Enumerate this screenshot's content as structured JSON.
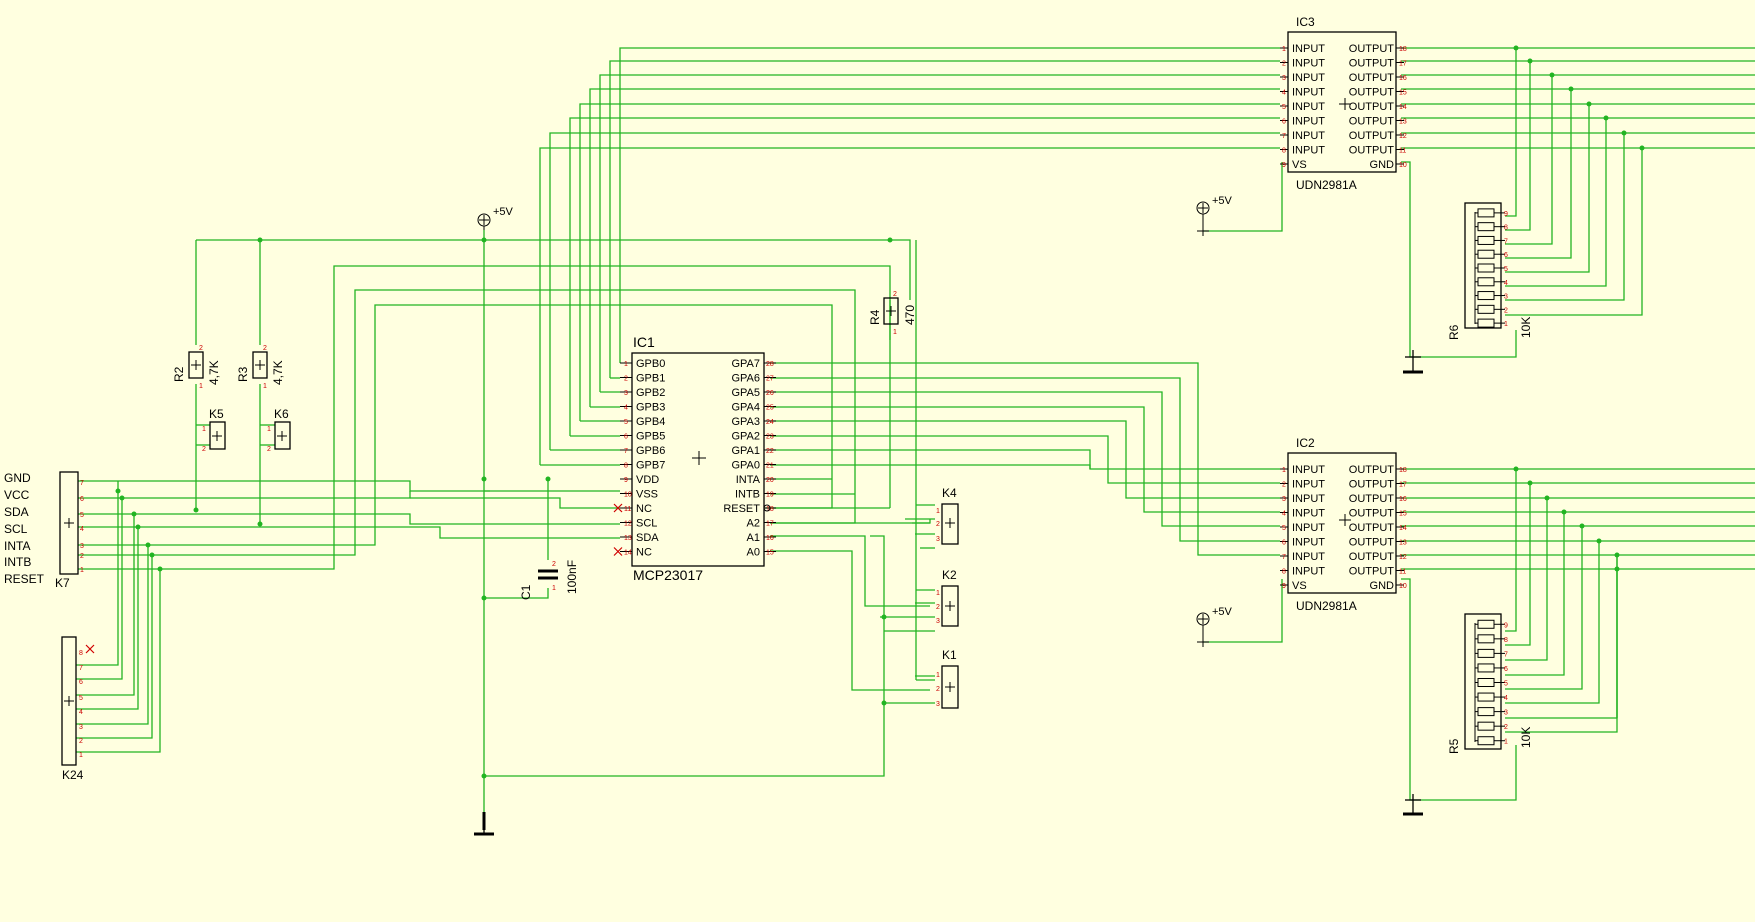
{
  "supply": "+5V",
  "connector_k7": {
    "name": "K7",
    "signals": [
      "GND",
      "VCC",
      "SDA",
      "SCL",
      "INTA",
      "INTB",
      "RESET"
    ],
    "pins": [
      "7",
      "6",
      "5",
      "4",
      "3",
      "2",
      "1"
    ]
  },
  "connector_k24": {
    "name": "K24",
    "pins": [
      "8",
      "7",
      "6",
      "5",
      "4",
      "3",
      "2",
      "1"
    ]
  },
  "resistors": {
    "r2": {
      "name": "R2",
      "value": "4,7K",
      "pin_top": "2",
      "pin_bottom": "1"
    },
    "r3": {
      "name": "R3",
      "value": "4,7K",
      "pin_top": "2",
      "pin_bottom": "1"
    },
    "r4": {
      "name": "R4",
      "value": "470",
      "pin_top": "2",
      "pin_bottom": "1"
    }
  },
  "jumpers_small": {
    "k5": {
      "name": "K5",
      "pins": [
        "1",
        "2"
      ]
    },
    "k6": {
      "name": "K6",
      "pins": [
        "1",
        "2"
      ]
    }
  },
  "capacitor": {
    "name": "C1",
    "value": "100nF",
    "pin_top": "2",
    "pin_bottom": "1"
  },
  "ic1": {
    "name": "IC1",
    "part": "MCP23017",
    "left_pins": [
      {
        "label": "GPB0",
        "num": "1"
      },
      {
        "label": "GPB1",
        "num": "2"
      },
      {
        "label": "GPB2",
        "num": "3"
      },
      {
        "label": "GPB3",
        "num": "4"
      },
      {
        "label": "GPB4",
        "num": "5"
      },
      {
        "label": "GPB5",
        "num": "6"
      },
      {
        "label": "GPB6",
        "num": "7"
      },
      {
        "label": "GPB7",
        "num": "8"
      },
      {
        "label": "VDD",
        "num": "9"
      },
      {
        "label": "VSS",
        "num": "10"
      },
      {
        "label": "NC",
        "num": "11"
      },
      {
        "label": "SCL",
        "num": "12"
      },
      {
        "label": "SDA",
        "num": "13"
      },
      {
        "label": "NC",
        "num": "14"
      }
    ],
    "right_pins": [
      {
        "label": "GPA7",
        "num": "28"
      },
      {
        "label": "GPA6",
        "num": "27"
      },
      {
        "label": "GPA5",
        "num": "26"
      },
      {
        "label": "GPA4",
        "num": "25"
      },
      {
        "label": "GPA3",
        "num": "24"
      },
      {
        "label": "GPA2",
        "num": "23"
      },
      {
        "label": "GPA1",
        "num": "22"
      },
      {
        "label": "GPA0",
        "num": "21"
      },
      {
        "label": "INTA",
        "num": "20"
      },
      {
        "label": "INTB",
        "num": "19"
      },
      {
        "label": "RESET",
        "num": "18"
      },
      {
        "label": "A2",
        "num": "17"
      },
      {
        "label": "A1",
        "num": "16"
      },
      {
        "label": "A0",
        "num": "15"
      }
    ]
  },
  "address_jumpers": {
    "k4": {
      "name": "K4",
      "pins": [
        "1",
        "2",
        "3"
      ]
    },
    "k2": {
      "name": "K2",
      "pins": [
        "1",
        "2",
        "3"
      ]
    },
    "k1": {
      "name": "K1",
      "pins": [
        "1",
        "2",
        "3"
      ]
    }
  },
  "udn": {
    "ic3": {
      "name": "IC3",
      "part": "UDN2981A"
    },
    "ic2": {
      "name": "IC2",
      "part": "UDN2981A"
    },
    "input_label": "INPUT",
    "output_label": "OUTPUT",
    "vs_label": "VS",
    "gnd_label": "GND",
    "input_nums": [
      "1",
      "2",
      "3",
      "4",
      "5",
      "6",
      "7",
      "8"
    ],
    "output_nums": [
      "18",
      "17",
      "16",
      "15",
      "14",
      "13",
      "12",
      "11"
    ],
    "vs_num": "9",
    "gnd_num": "10"
  },
  "networks": {
    "r6": {
      "name": "R6",
      "value": "10K",
      "pins": [
        "9",
        "8",
        "7",
        "6",
        "5",
        "4",
        "3",
        "2",
        "1"
      ]
    },
    "r5": {
      "name": "R5",
      "value": "10K",
      "pins": [
        "9",
        "8",
        "7",
        "6",
        "5",
        "4",
        "3",
        "2",
        "1"
      ]
    }
  },
  "colors": {
    "background": "#ffffe0",
    "wire": "#22b422",
    "pin_number": "#cc0000",
    "outline": "#000000",
    "no_connect": "#d00000"
  }
}
